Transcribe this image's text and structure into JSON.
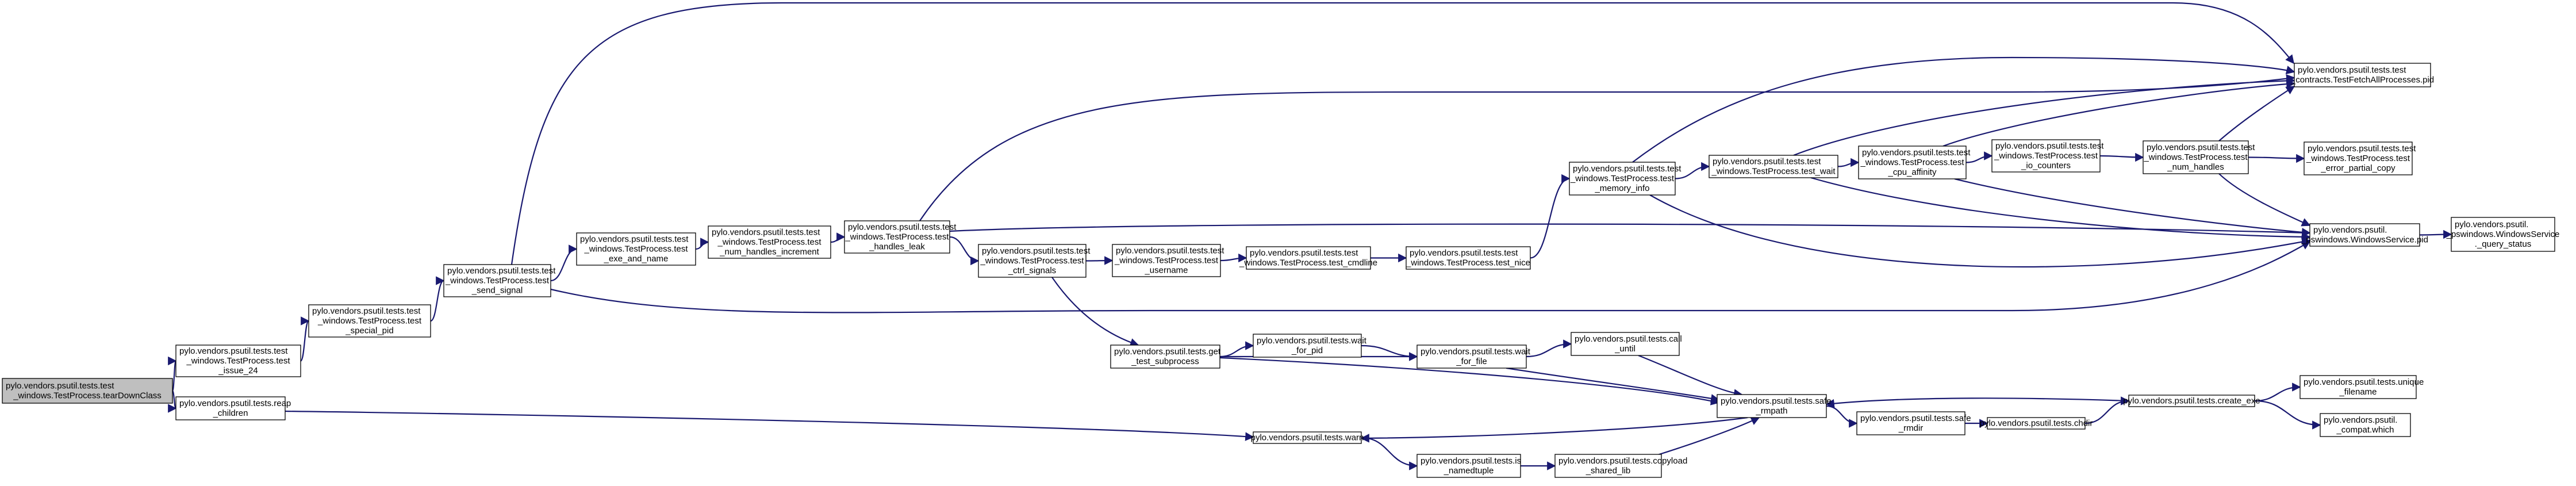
{
  "colors": {
    "edge": "#191970",
    "node_fill": "#ffffff",
    "root_fill": "#bfbfbf",
    "border": "#000000"
  },
  "nodes": [
    {
      "id": "root",
      "lines": [
        "pylo.vendors.psutil.tests.test",
        "_windows.TestProcess.tearDownClass"
      ],
      "root": true
    },
    {
      "id": "issue24",
      "lines": [
        "pylo.vendors.psutil.tests.test",
        "_windows.TestProcess.test",
        "_issue_24"
      ]
    },
    {
      "id": "reap",
      "lines": [
        "pylo.vendors.psutil.tests.reap",
        "_children"
      ]
    },
    {
      "id": "special_pid",
      "lines": [
        "pylo.vendors.psutil.tests.test",
        "_windows.TestProcess.test",
        "_special_pid"
      ]
    },
    {
      "id": "send_signal",
      "lines": [
        "pylo.vendors.psutil.tests.test",
        "_windows.TestProcess.test",
        "_send_signal"
      ]
    },
    {
      "id": "exe_and_name",
      "lines": [
        "pylo.vendors.psutil.tests.test",
        "_windows.TestProcess.test",
        "_exe_and_name"
      ]
    },
    {
      "id": "num_handles_inc",
      "lines": [
        "pylo.vendors.psutil.tests.test",
        "_windows.TestProcess.test",
        "_num_handles_increment"
      ]
    },
    {
      "id": "handles_leak",
      "lines": [
        "pylo.vendors.psutil.tests.test",
        "_windows.TestProcess.test",
        "_handles_leak"
      ]
    },
    {
      "id": "ctrl_signals",
      "lines": [
        "pylo.vendors.psutil.tests.test",
        "_windows.TestProcess.test",
        "_ctrl_signals"
      ]
    },
    {
      "id": "username",
      "lines": [
        "pylo.vendors.psutil.tests.test",
        "_windows.TestProcess.test",
        "_username"
      ]
    },
    {
      "id": "cmdline",
      "lines": [
        "pylo.vendors.psutil.tests.test",
        "_windows.TestProcess.test_cmdline"
      ]
    },
    {
      "id": "nice",
      "lines": [
        "pylo.vendors.psutil.tests.test",
        "_windows.TestProcess.test_nice"
      ]
    },
    {
      "id": "memory_info",
      "lines": [
        "pylo.vendors.psutil.tests.test",
        "_windows.TestProcess.test",
        "_memory_info"
      ]
    },
    {
      "id": "wait",
      "lines": [
        "pylo.vendors.psutil.tests.test",
        "_windows.TestProcess.test_wait"
      ]
    },
    {
      "id": "cpu_affinity",
      "lines": [
        "pylo.vendors.psutil.tests.test",
        "_windows.TestProcess.test",
        "_cpu_affinity"
      ]
    },
    {
      "id": "io_counters",
      "lines": [
        "pylo.vendors.psutil.tests.test",
        "_windows.TestProcess.test",
        "_io_counters"
      ]
    },
    {
      "id": "num_handles",
      "lines": [
        "pylo.vendors.psutil.tests.test",
        "_windows.TestProcess.test",
        "_num_handles"
      ]
    },
    {
      "id": "err_partial",
      "lines": [
        "pylo.vendors.psutil.tests.test",
        "_windows.TestProcess.test",
        "_error_partial_copy"
      ]
    },
    {
      "id": "fetch_all",
      "lines": [
        "pylo.vendors.psutil.tests.test",
        "_contracts.TestFetchAllProcesses.pid"
      ]
    },
    {
      "id": "winsvc_pid",
      "lines": [
        "pylo.vendors.psutil.",
        "_pswindows.WindowsService.pid"
      ]
    },
    {
      "id": "query_status",
      "lines": [
        "pylo.vendors.psutil.",
        "_pswindows.WindowsService",
        "._query_status"
      ]
    },
    {
      "id": "get_test_sub",
      "lines": [
        "pylo.vendors.psutil.tests.get",
        "_test_subprocess"
      ]
    },
    {
      "id": "wait_for_pid",
      "lines": [
        "pylo.vendors.psutil.tests.wait",
        "_for_pid"
      ]
    },
    {
      "id": "wait_for_file",
      "lines": [
        "pylo.vendors.psutil.tests.wait",
        "_for_file"
      ]
    },
    {
      "id": "call_until",
      "lines": [
        "pylo.vendors.psutil.tests.call",
        "_until"
      ]
    },
    {
      "id": "safe_rmpath",
      "lines": [
        "pylo.vendors.psutil.tests.safe",
        "_rmpath"
      ]
    },
    {
      "id": "safe_rmdir",
      "lines": [
        "pylo.vendors.psutil.tests.safe",
        "_rmdir"
      ]
    },
    {
      "id": "chdir",
      "lines": [
        "pylo.vendors.psutil.tests.chdir"
      ]
    },
    {
      "id": "create_exe",
      "lines": [
        "pylo.vendors.psutil.tests.create_exe"
      ]
    },
    {
      "id": "unique_filename",
      "lines": [
        "pylo.vendors.psutil.tests.unique",
        "_filename"
      ]
    },
    {
      "id": "compat_which",
      "lines": [
        "pylo.vendors.psutil.",
        "_compat.which"
      ]
    },
    {
      "id": "warn",
      "lines": [
        "pylo.vendors.psutil.tests.warn"
      ]
    },
    {
      "id": "is_namedtuple",
      "lines": [
        "pylo.vendors.psutil.tests.is",
        "_namedtuple"
      ]
    },
    {
      "id": "copyload",
      "lines": [
        "pylo.vendors.psutil.tests.copyload",
        "_shared_lib"
      ]
    }
  ],
  "edges": [
    [
      "root",
      "issue24"
    ],
    [
      "root",
      "reap"
    ],
    [
      "issue24",
      "special_pid"
    ],
    [
      "special_pid",
      "send_signal"
    ],
    [
      "send_signal",
      "exe_and_name"
    ],
    [
      "send_signal",
      "fetch_all"
    ],
    [
      "send_signal",
      "winsvc_pid"
    ],
    [
      "exe_and_name",
      "num_handles_inc"
    ],
    [
      "num_handles_inc",
      "handles_leak"
    ],
    [
      "handles_leak",
      "ctrl_signals"
    ],
    [
      "handles_leak",
      "fetch_all"
    ],
    [
      "handles_leak",
      "winsvc_pid"
    ],
    [
      "ctrl_signals",
      "username"
    ],
    [
      "ctrl_signals",
      "get_test_sub"
    ],
    [
      "username",
      "cmdline"
    ],
    [
      "cmdline",
      "nice"
    ],
    [
      "nice",
      "memory_info"
    ],
    [
      "memory_info",
      "wait"
    ],
    [
      "memory_info",
      "fetch_all"
    ],
    [
      "memory_info",
      "winsvc_pid"
    ],
    [
      "wait",
      "cpu_affinity"
    ],
    [
      "wait",
      "fetch_all"
    ],
    [
      "wait",
      "winsvc_pid"
    ],
    [
      "cpu_affinity",
      "io_counters"
    ],
    [
      "cpu_affinity",
      "fetch_all"
    ],
    [
      "cpu_affinity",
      "winsvc_pid"
    ],
    [
      "io_counters",
      "num_handles"
    ],
    [
      "num_handles",
      "err_partial"
    ],
    [
      "num_handles",
      "fetch_all"
    ],
    [
      "num_handles",
      "winsvc_pid"
    ],
    [
      "winsvc_pid",
      "query_status"
    ],
    [
      "get_test_sub",
      "wait_for_pid"
    ],
    [
      "get_test_sub",
      "wait_for_file"
    ],
    [
      "get_test_sub",
      "safe_rmpath"
    ],
    [
      "wait_for_pid",
      "wait_for_file"
    ],
    [
      "wait_for_file",
      "call_until"
    ],
    [
      "wait_for_file",
      "safe_rmpath"
    ],
    [
      "call_until",
      "safe_rmpath"
    ],
    [
      "safe_rmpath",
      "safe_rmdir"
    ],
    [
      "safe_rmpath",
      "warn"
    ],
    [
      "safe_rmdir",
      "chdir"
    ],
    [
      "chdir",
      "create_exe"
    ],
    [
      "create_exe",
      "safe_rmpath"
    ],
    [
      "create_exe",
      "unique_filename"
    ],
    [
      "create_exe",
      "compat_which"
    ],
    [
      "reap",
      "warn"
    ],
    [
      "warn",
      "is_namedtuple"
    ],
    [
      "is_namedtuple",
      "copyload"
    ],
    [
      "copyload",
      "safe_rmpath"
    ]
  ]
}
